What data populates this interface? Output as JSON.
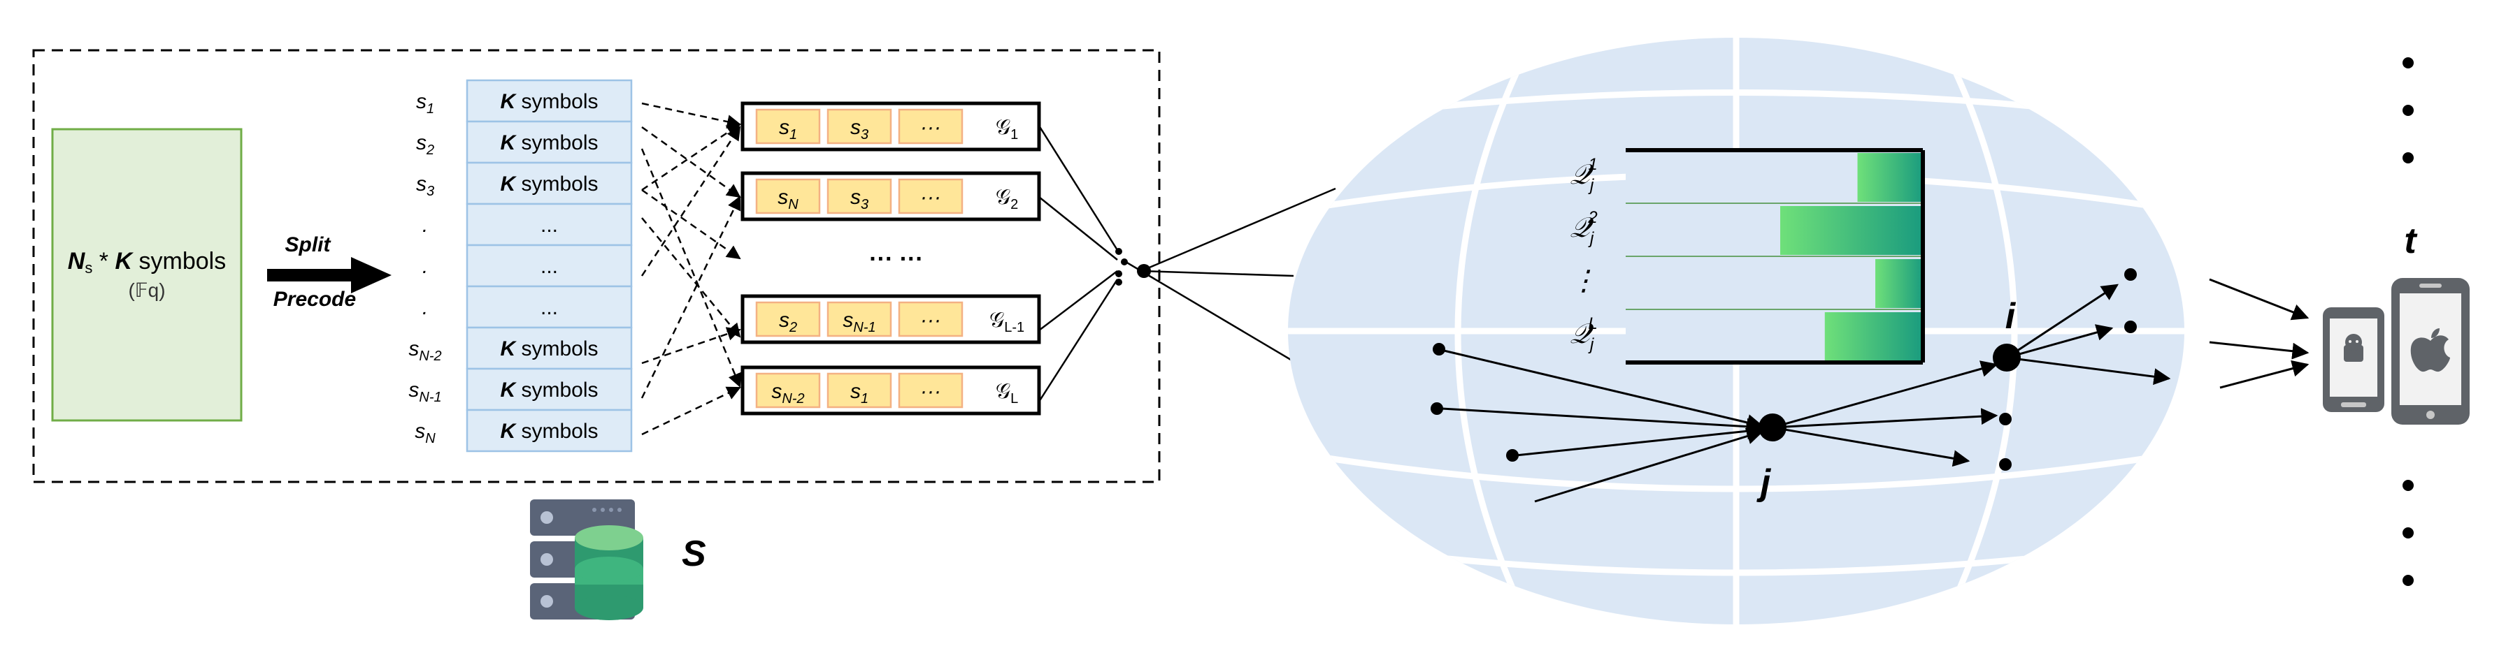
{
  "source": {
    "n_label": "N",
    "n_sub": "s",
    "times": " * ",
    "k_label": "K",
    "symbols_word": " symbols",
    "field": "(𝔽q)"
  },
  "arrow": {
    "top": "Split",
    "bottom": "Precode"
  },
  "segments": [
    {
      "name": "s",
      "sub": "1",
      "k": "K",
      "text": " symbols"
    },
    {
      "name": "s",
      "sub": "2",
      "k": "K",
      "text": " symbols"
    },
    {
      "name": "s",
      "sub": "3",
      "k": "K",
      "text": " symbols"
    },
    {
      "name": ".",
      "sub": "",
      "k": "",
      "text": "..."
    },
    {
      "name": ".",
      "sub": "",
      "k": "",
      "text": "..."
    },
    {
      "name": ".",
      "sub": "",
      "k": "",
      "text": "..."
    },
    {
      "name": "s",
      "sub": "N-2",
      "k": "K",
      "text": " symbols"
    },
    {
      "name": "s",
      "sub": "N-1",
      "k": "K",
      "text": " symbols"
    },
    {
      "name": "s",
      "sub": "N",
      "k": "K",
      "text": " symbols"
    }
  ],
  "groups": [
    {
      "cells": [
        {
          "b": "s",
          "s": "1"
        },
        {
          "b": "s",
          "s": "3"
        },
        {
          "b": "···",
          "s": ""
        }
      ],
      "label": "𝒢",
      "label_sub": "1"
    },
    {
      "cells": [
        {
          "b": "s",
          "s": "N"
        },
        {
          "b": "s",
          "s": "3"
        },
        {
          "b": "···",
          "s": ""
        }
      ],
      "label": "𝒢",
      "label_sub": "2"
    },
    {
      "cells": [
        {
          "b": "s",
          "s": "2"
        },
        {
          "b": "s",
          "s": "N-1"
        },
        {
          "b": "···",
          "s": ""
        }
      ],
      "label": "𝒢",
      "label_sub": "L-1"
    },
    {
      "cells": [
        {
          "b": "s",
          "s": "N-2"
        },
        {
          "b": "s",
          "s": "1"
        },
        {
          "b": "···",
          "s": ""
        }
      ],
      "label": "𝒢",
      "label_sub": "L"
    }
  ],
  "groups_ellipsis": "···   ···",
  "server_label": "S",
  "queues": [
    {
      "label": "𝒬",
      "sub": "j",
      "sup": "1",
      "fill_fraction": 0.22
    },
    {
      "label": "𝒬",
      "sub": "j",
      "sup": "2",
      "fill_fraction": 0.48
    },
    {
      "label": "⋮",
      "sub": "",
      "sup": "",
      "fill_fraction": 0.16
    },
    {
      "label": "𝒬",
      "sub": "j",
      "sup": "L",
      "fill_fraction": 0.33
    }
  ],
  "node_j": "j",
  "node_i": "i",
  "node_t": "t",
  "colors": {
    "source_fill": "#e2efd9",
    "source_stroke": "#70ad47",
    "segment_fill": "#deebf7",
    "segment_stroke": "#9dc3e6",
    "cell_fill": "#ffe699",
    "cell_stroke": "#f4b183",
    "globe_fill": "#dbe7f5",
    "queue_green": "#5bd36a",
    "queue_teal": "#1fa07a",
    "device_gray": "#5f6368"
  }
}
